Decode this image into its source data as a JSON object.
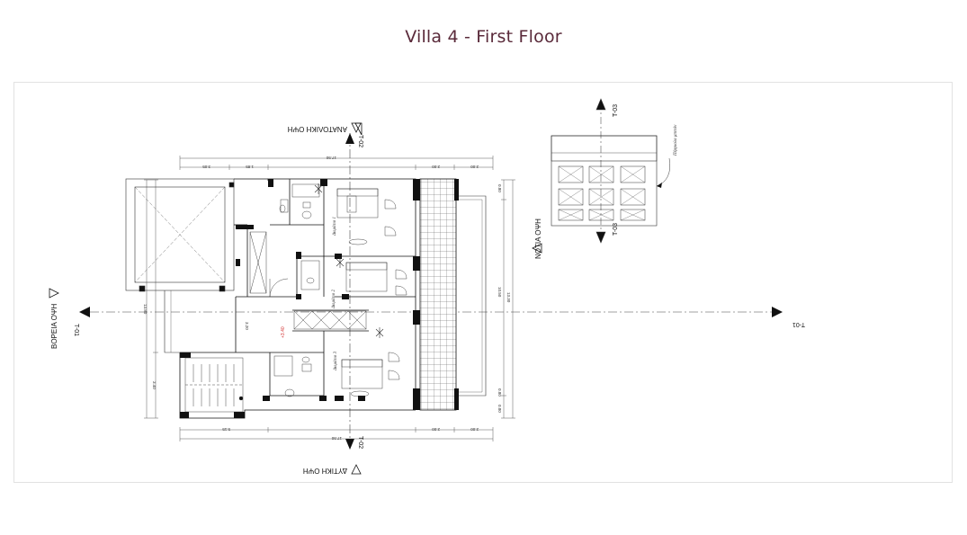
{
  "title": "Villa 4 - First Floor",
  "elevations": {
    "east": "ΑΝΑΤΟΛΙΚΗ ΟΨΗ",
    "west": "ΔΥΤΙΚΗ ΟΨΗ",
    "north": "ΒΟΡΕΙΑ ΟΨΗ",
    "south": "ΝΟΤΙΑ ΟΨΗ"
  },
  "sections": {
    "t01_left": "T-01",
    "t01_right": "T-01",
    "t02_top": "T-02",
    "t02_bottom": "T-02",
    "t03_top": "T-03",
    "t03_bottom": "T-03"
  },
  "rooms": {
    "bedroom1": "Δωμάτιο 1",
    "bedroom2": "Δωμάτιο 2",
    "bedroom3": "Δωμάτιο 3"
  },
  "pergola_label": "Πέργκολα μπετόν",
  "level_marker": "+3.40",
  "dimensions": {
    "top_total": "17.50",
    "top_a": "3.05",
    "top_b": "1.85",
    "top_c": "2.00",
    "top_d": "2.00",
    "bottom_total": "17.50",
    "bottom_a": "5.15",
    "bottom_b": "2.00",
    "bottom_c": "2.00",
    "left_total": "13.80",
    "left_a": "3.40",
    "mid_a": "3.20",
    "right_total": "10.50",
    "right_total2": "13.30",
    "right_a": "0.80",
    "right_b": "0.80",
    "right_c": "0.80"
  }
}
